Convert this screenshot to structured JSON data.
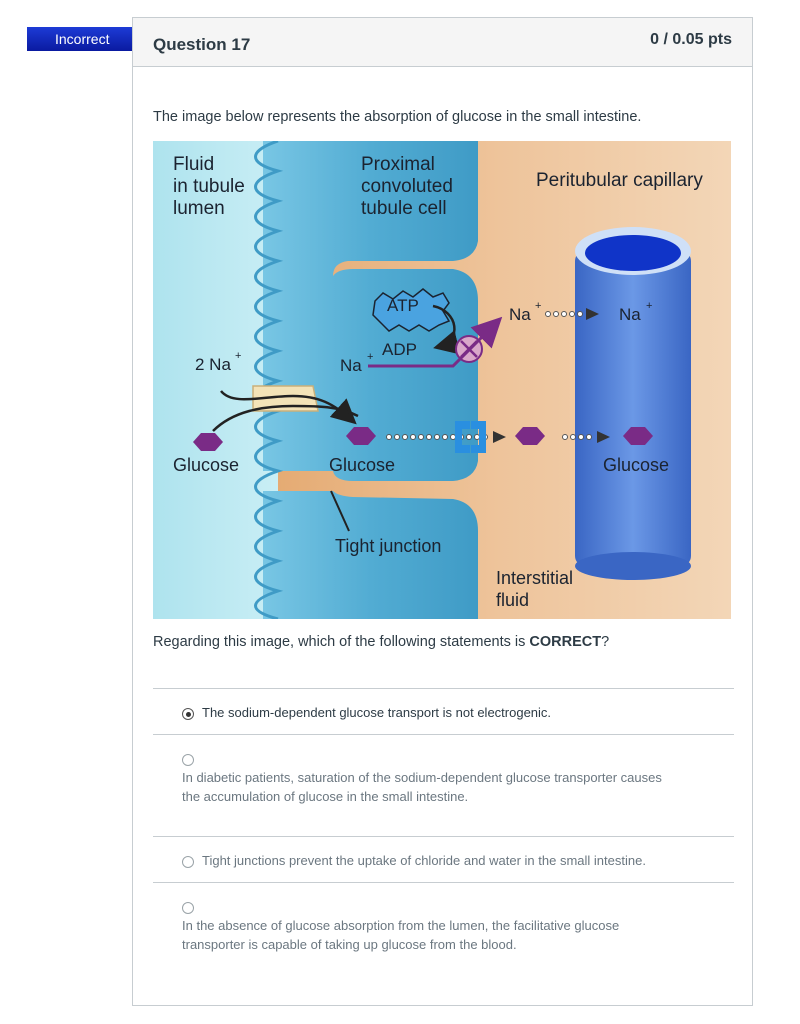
{
  "badge": {
    "label": "Incorrect",
    "color": "#1a34cf"
  },
  "question": {
    "title": "Question 17",
    "points": "0 / 0.05 pts",
    "prompt": "The image below represents the absorption of glucose in the small intestine.",
    "stem_before": "Regarding this image, which of the following statements is ",
    "stem_bold": "CORRECT",
    "stem_after": "?"
  },
  "figure": {
    "fluid_lumen": [
      "Fluid",
      "in tubule",
      "lumen"
    ],
    "tubule_cell": [
      "Proximal",
      "convoluted",
      "tubule cell"
    ],
    "capillary": "Peritubular capillary",
    "atp": "ATP",
    "adp": "ADP",
    "na_cell": "Na",
    "na_2": "2 Na",
    "na_left": "Na",
    "na_right": "Na",
    "plus": "+",
    "glucose_lumen": "Glucose",
    "glucose_cell": "Glucose",
    "glucose_capillary": "Glucose",
    "tight_junction": "Tight junction",
    "interstitial": [
      "Interstitial",
      "fluid"
    ],
    "colors": {
      "lumen": "#bfe9f2",
      "cell": "#5bb4d8",
      "interstitial": "#e6a76d",
      "capillary": "#4e7fd6",
      "glucose": "#7a2b86"
    }
  },
  "answers": [
    {
      "text": "The sodium-dependent glucose transport is not electrogenic.",
      "selected": true
    },
    {
      "text_lines": [
        "In diabetic patients, saturation of the sodium-dependent glucose transporter causes",
        "the accumulation of glucose in the small intestine."
      ],
      "selected": false
    },
    {
      "text": "Tight junctions prevent the uptake of chloride and water in the small intestine.",
      "selected": false
    },
    {
      "text_lines": [
        "In the absence of glucose absorption from the lumen, the facilitative glucose",
        "transporter is capable of taking up glucose from the blood."
      ],
      "selected": false
    }
  ]
}
